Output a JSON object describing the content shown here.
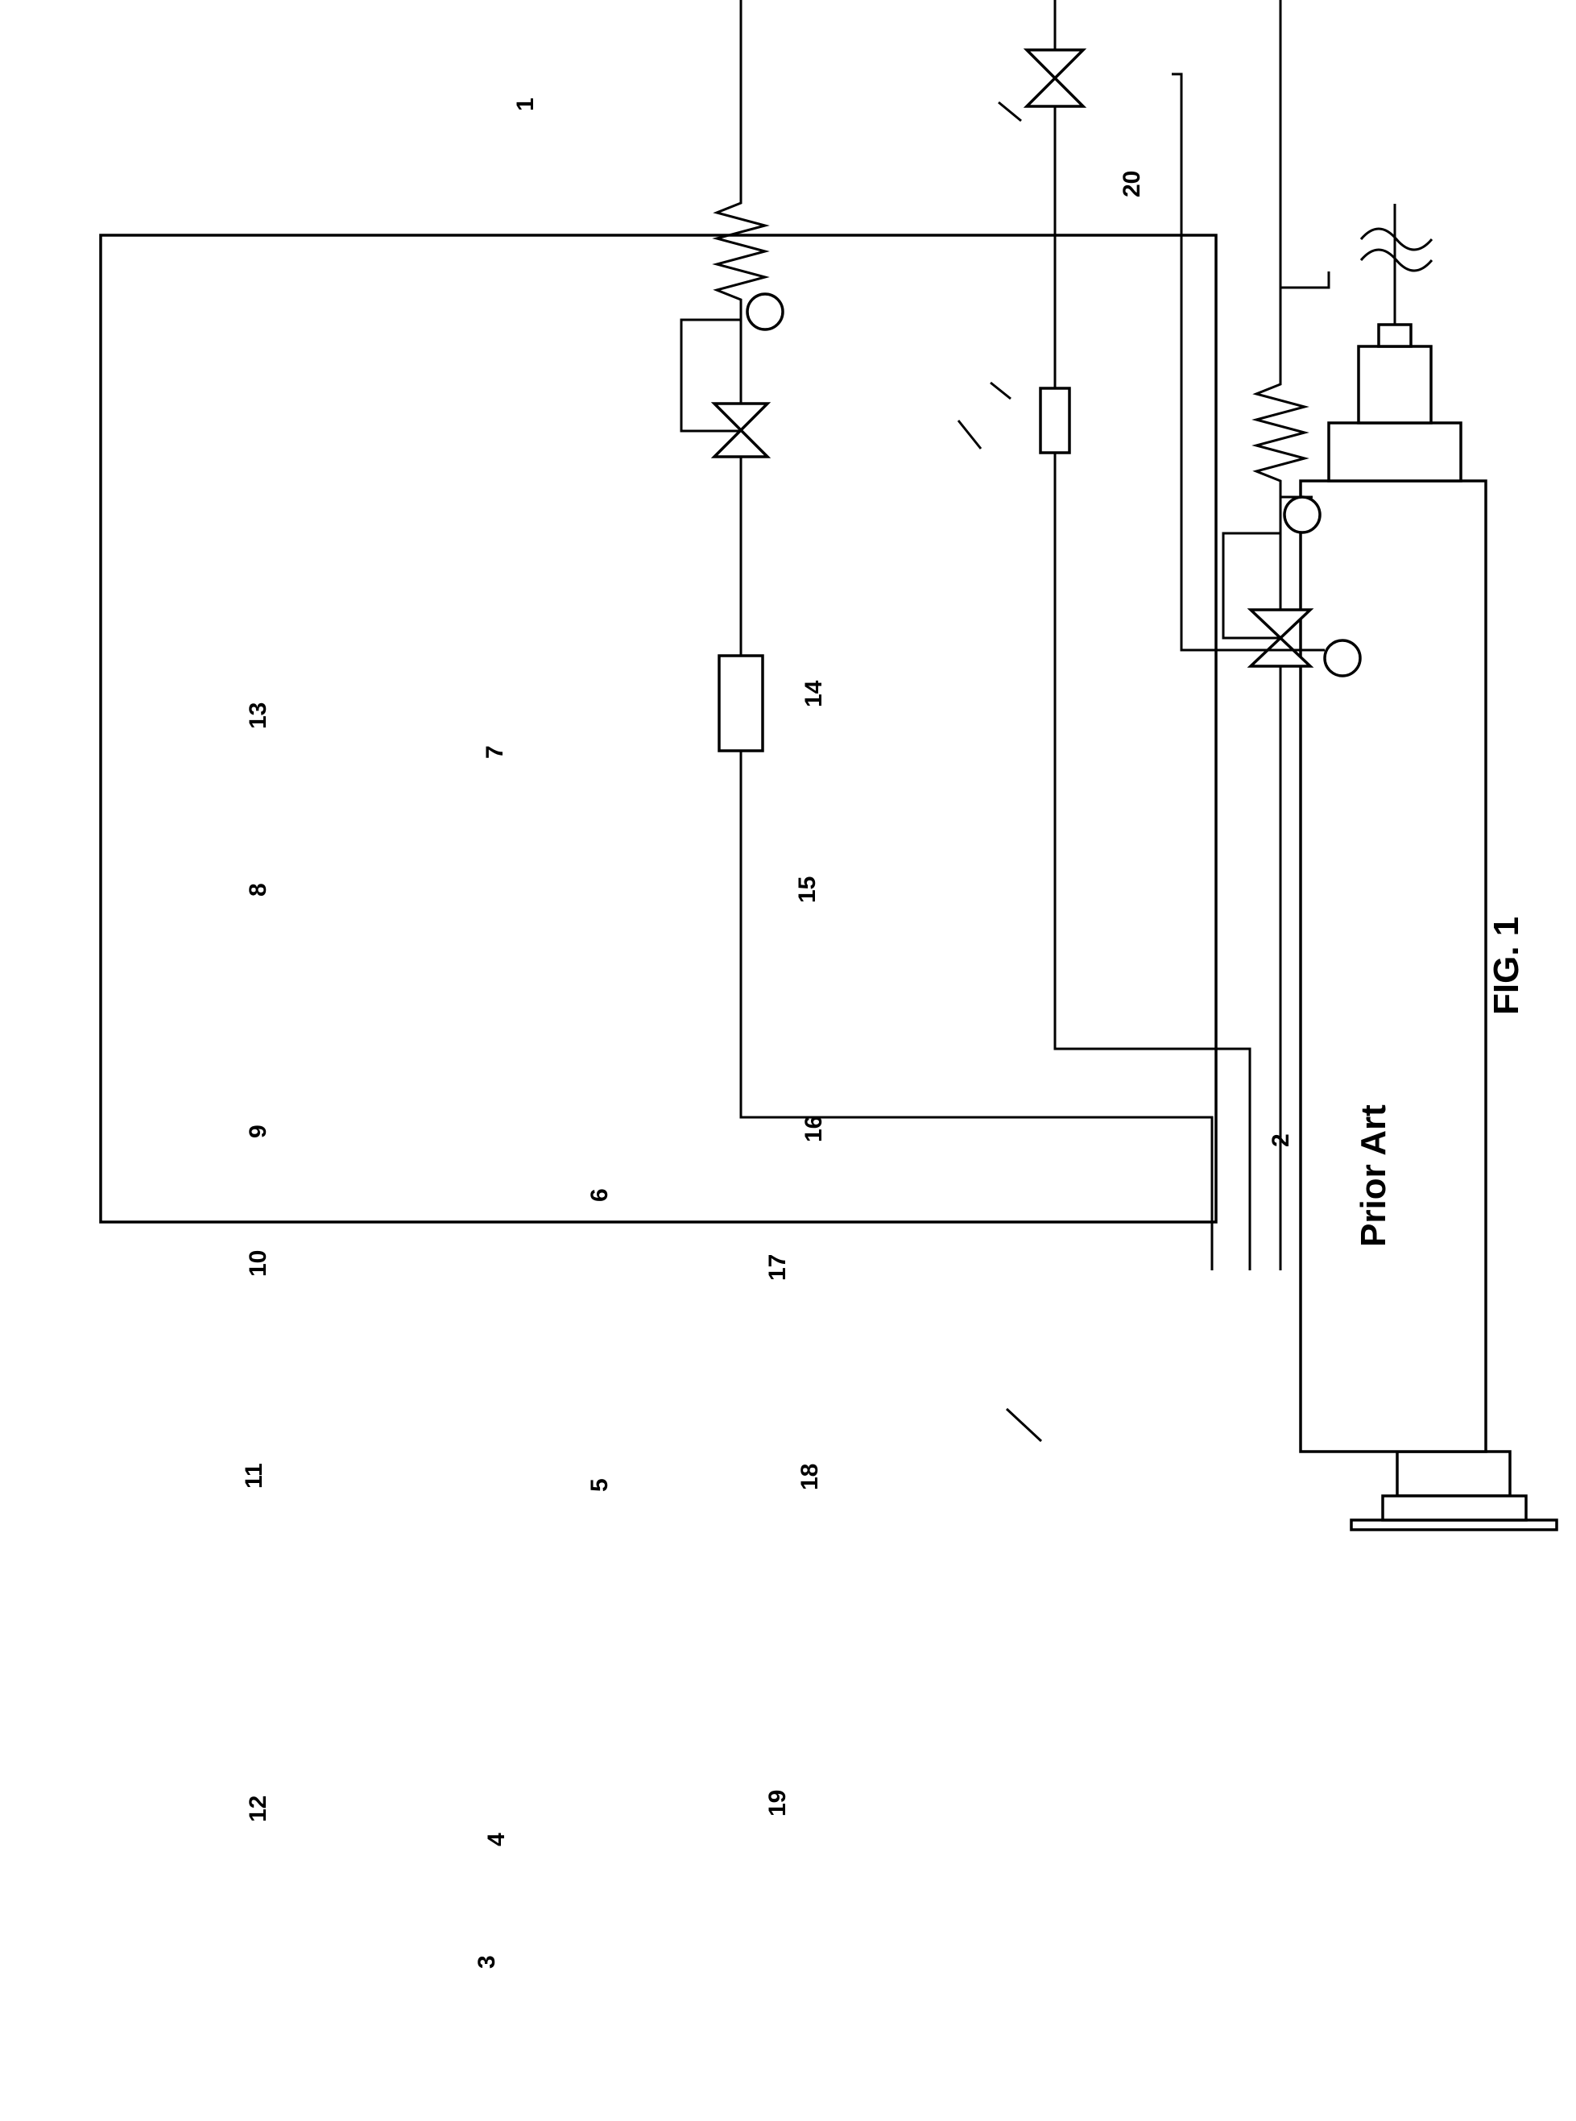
{
  "figure": {
    "caption": "FIG. 1",
    "subtitle": "Prior Art"
  },
  "labels": {
    "l1": "1",
    "l2": "2",
    "l3": "3",
    "l4": "4",
    "l5": "5",
    "l6": "6",
    "l7": "7",
    "l8": "8",
    "l9": "9",
    "l10": "10",
    "l11": "11",
    "l12": "12",
    "l13": "13",
    "l14": "14",
    "l15": "15",
    "l16": "16",
    "l17": "17",
    "l18": "18",
    "l19": "19",
    "l20": "20"
  }
}
